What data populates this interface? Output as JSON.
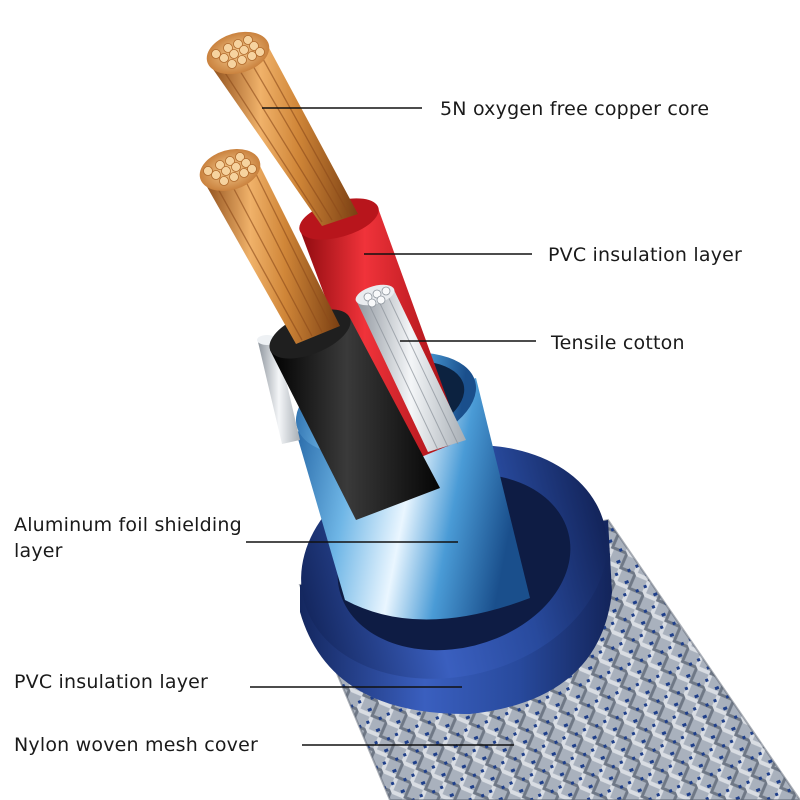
{
  "labels": {
    "copper_core": "5N oxygen free copper core",
    "pvc_inner": "PVC insulation layer",
    "tensile_cotton": "Tensile cotton",
    "foil": "Aluminum foil shielding layer",
    "pvc_outer": "PVC insulation layer",
    "mesh": "Nylon woven mesh cover"
  },
  "colors": {
    "copper": "#d9893f",
    "red_insulation": "#d9121a",
    "black_insulation": "#151515",
    "foil_blue": "#3f8fcf",
    "ring_blue": "#233f8f",
    "mesh_grey": "#9aa3b1",
    "mesh_dot": "#20408c",
    "leader": "#111111"
  }
}
